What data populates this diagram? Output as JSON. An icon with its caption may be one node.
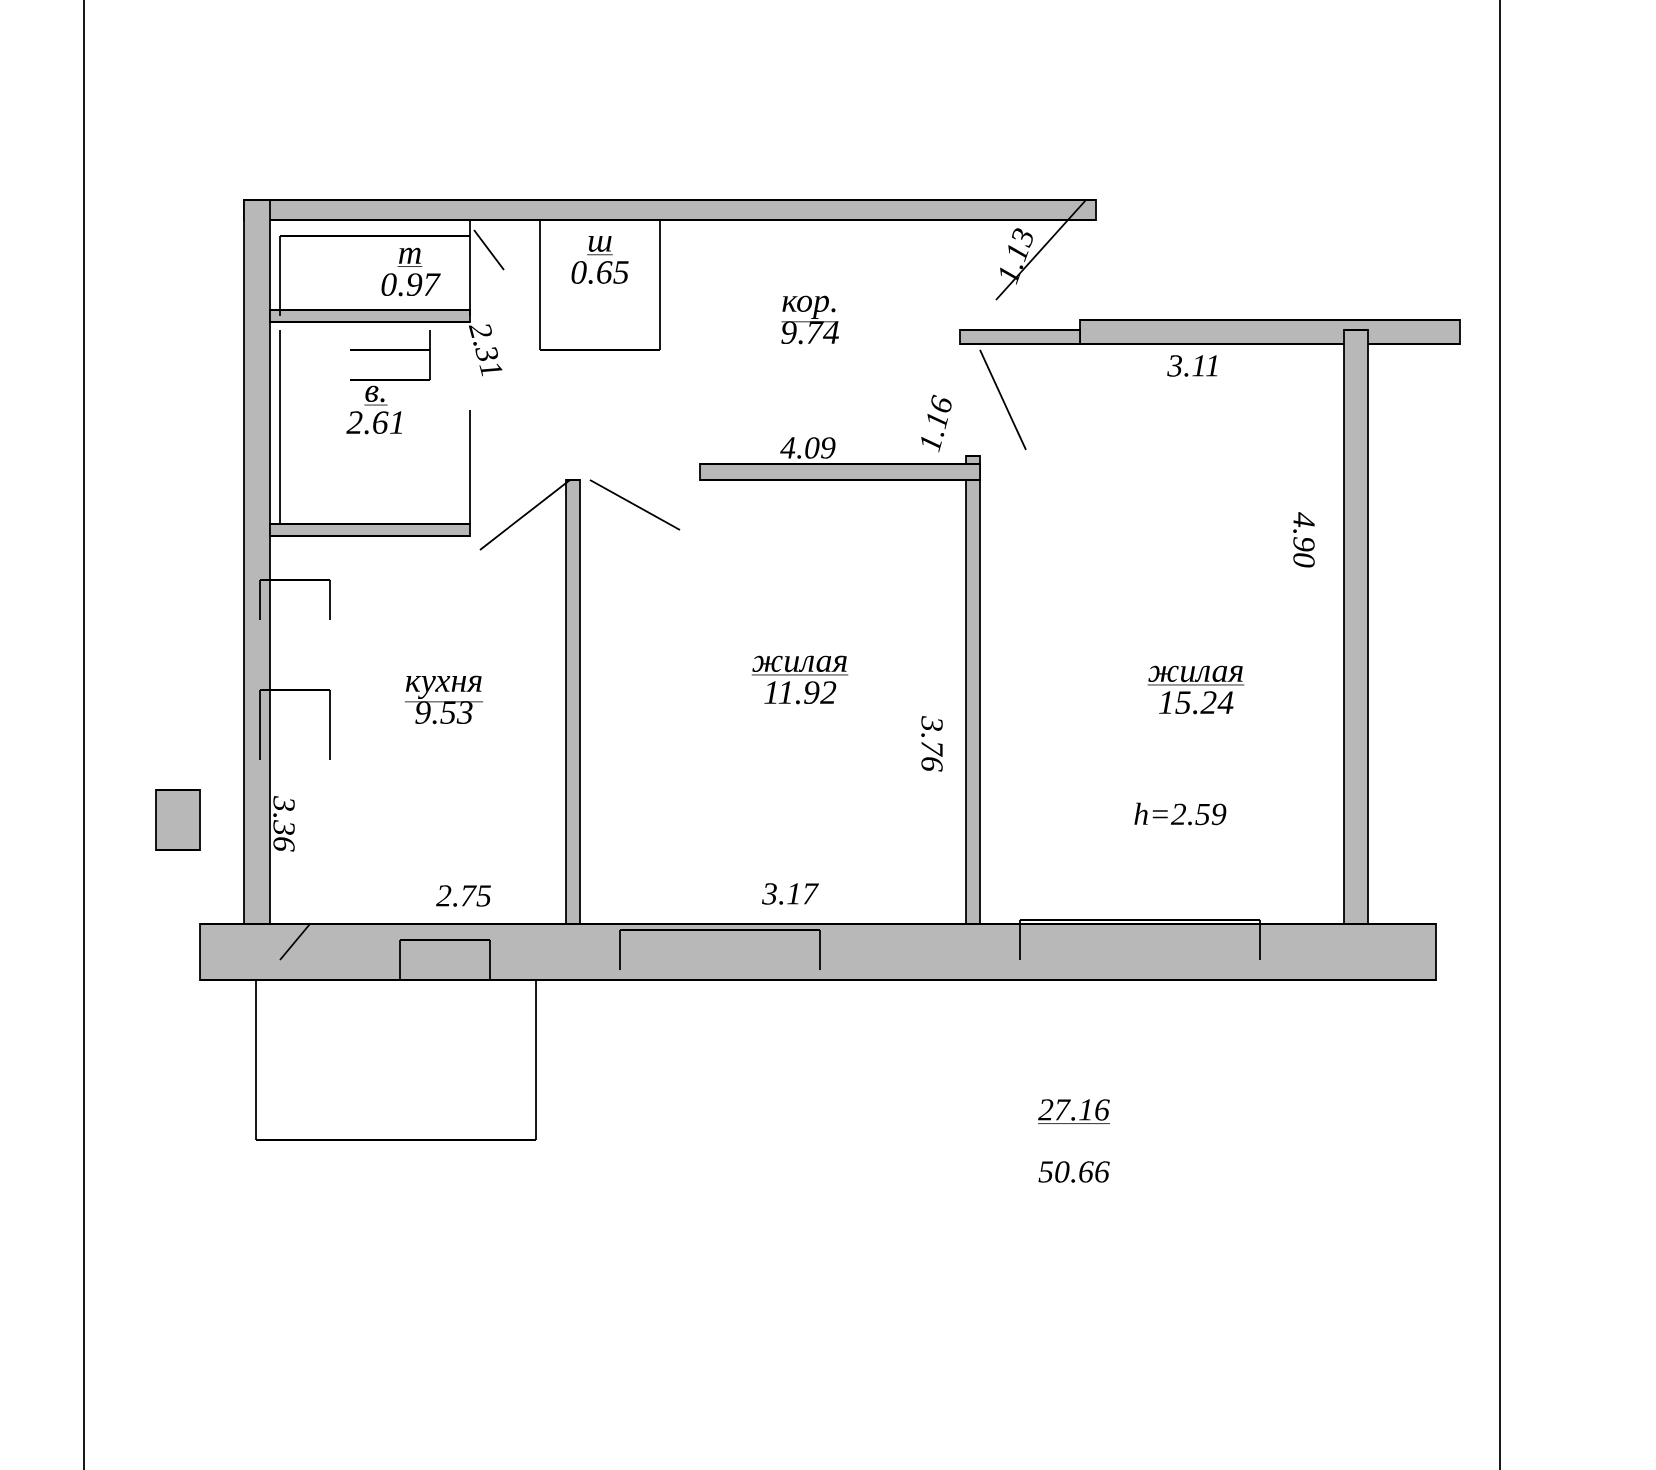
{
  "diagram": {
    "nodes": [
      {
        "text": [
          "т",
          "0.97"
        ]
      },
      {
        "text": [
          "ш",
          "0.65"
        ]
      },
      {
        "text": [
          "кор.",
          "9.74"
        ]
      },
      {
        "text": [
          "в.",
          "2.61"
        ]
      },
      {
        "text": [
          "кухня",
          "9.53"
        ]
      },
      {
        "text": [
          "жилая",
          "11.92"
        ]
      },
      {
        "text": [
          "жилая",
          "15.24"
        ]
      }
    ],
    "labels": [
      "1.13",
      "2.31",
      "4.09",
      "1.16",
      "3.11",
      "4.90",
      "3.76",
      "h=2.59",
      "3.36",
      "2.75",
      "3.17",
      "27.16",
      "50.66"
    ]
  }
}
